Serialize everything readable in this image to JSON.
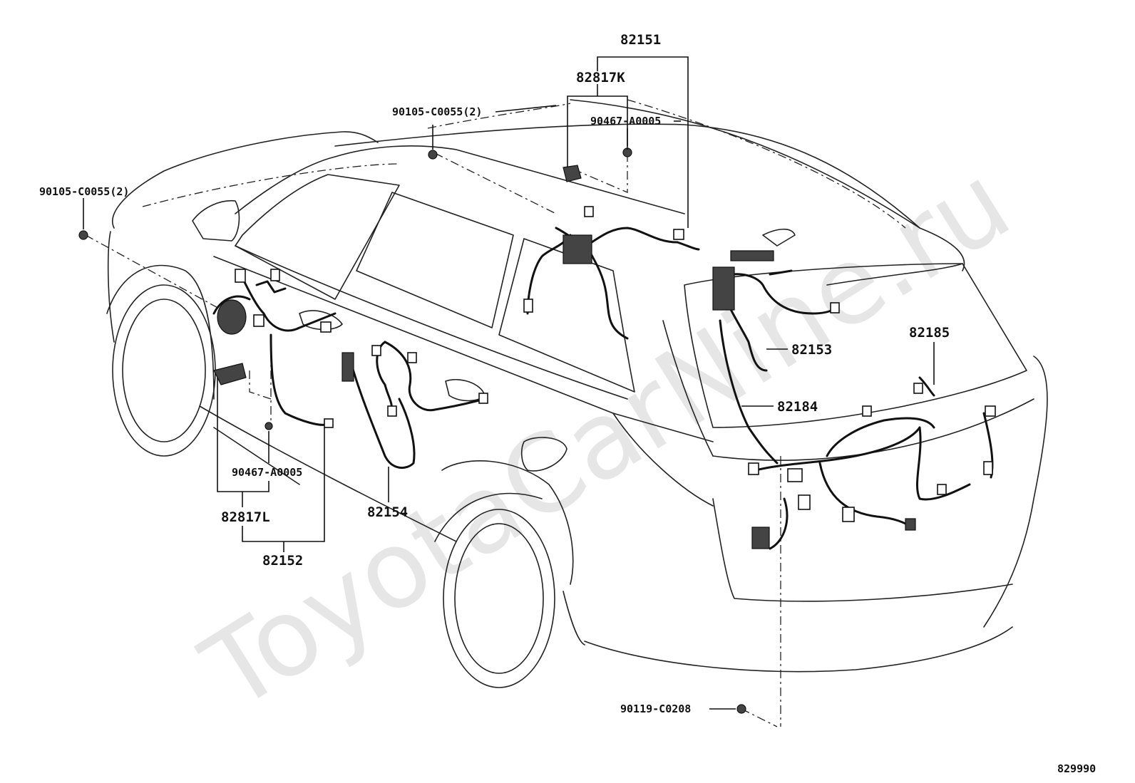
{
  "watermark": "ToyotaCarNine.ru",
  "figure_id": "829990",
  "labels": {
    "p82151": "82151",
    "p82817K": "82817K",
    "p90105_top": "90105-C0055(2)",
    "p90467_top": "90467-A0005",
    "p90105_left": "90105-C0055(2)",
    "p82153": "82153",
    "p82185": "82185",
    "p82184": "82184",
    "p90467_low": "90467-A0005",
    "p82154": "82154",
    "p82817L": "82817L",
    "p82152": "82152",
    "p90119": "90119-C0208"
  }
}
